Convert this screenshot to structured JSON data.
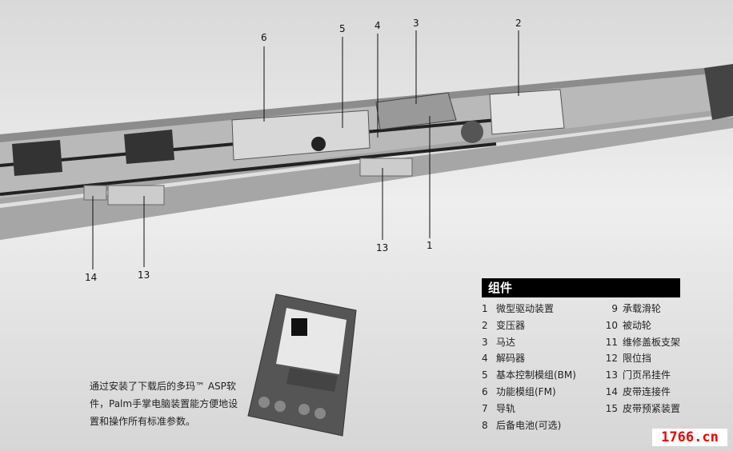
{
  "callouts": [
    "6",
    "5",
    "4",
    "3",
    "2",
    "1",
    "13",
    "13",
    "14"
  ],
  "legend": {
    "title": "组件",
    "left": [
      {
        "num": "1",
        "label": "微型驱动装置"
      },
      {
        "num": "2",
        "label": "变压器"
      },
      {
        "num": "3",
        "label": "马达"
      },
      {
        "num": "4",
        "label": "解码器"
      },
      {
        "num": "5",
        "label": "基本控制模组(BM)"
      },
      {
        "num": "6",
        "label": "功能模组(FM)"
      },
      {
        "num": "7",
        "label": "导轨"
      },
      {
        "num": "8",
        "label": "后备电池(可选)"
      }
    ],
    "right": [
      {
        "num": "9",
        "label": "承载滑轮"
      },
      {
        "num": "10",
        "label": "被动轮"
      },
      {
        "num": "11",
        "label": "维修盖板支架"
      },
      {
        "num": "12",
        "label": "限位挡"
      },
      {
        "num": "13",
        "label": "门页吊挂件"
      },
      {
        "num": "14",
        "label": "皮带连接件"
      },
      {
        "num": "15",
        "label": "皮带预紧装置"
      }
    ]
  },
  "description": {
    "line1": "通过安装了下载后的多玛™ ASP软",
    "line2": "件，Palm手掌电脑装置能方便地设",
    "line3": "置和操作所有标准参数。"
  },
  "watermark": "1766.cn",
  "colors": {
    "legend_header": "#000000",
    "watermark": "#ee0000"
  }
}
